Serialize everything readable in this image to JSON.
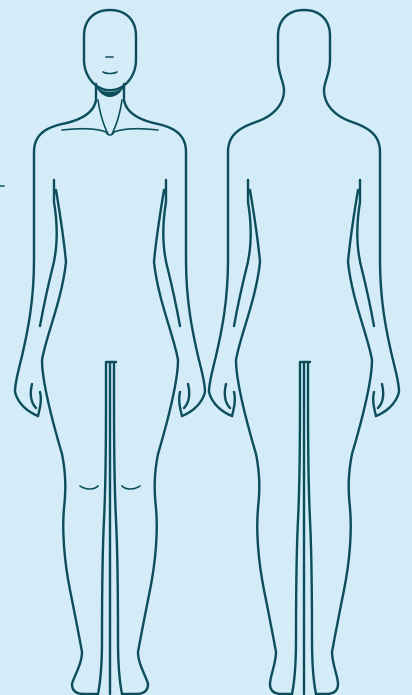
{
  "background_color": "#d4ecf8",
  "line_color": "#0d4e5c",
  "figures": [
    {
      "name": "front-body-figure",
      "view": "front"
    },
    {
      "name": "back-body-figure",
      "view": "back"
    }
  ]
}
